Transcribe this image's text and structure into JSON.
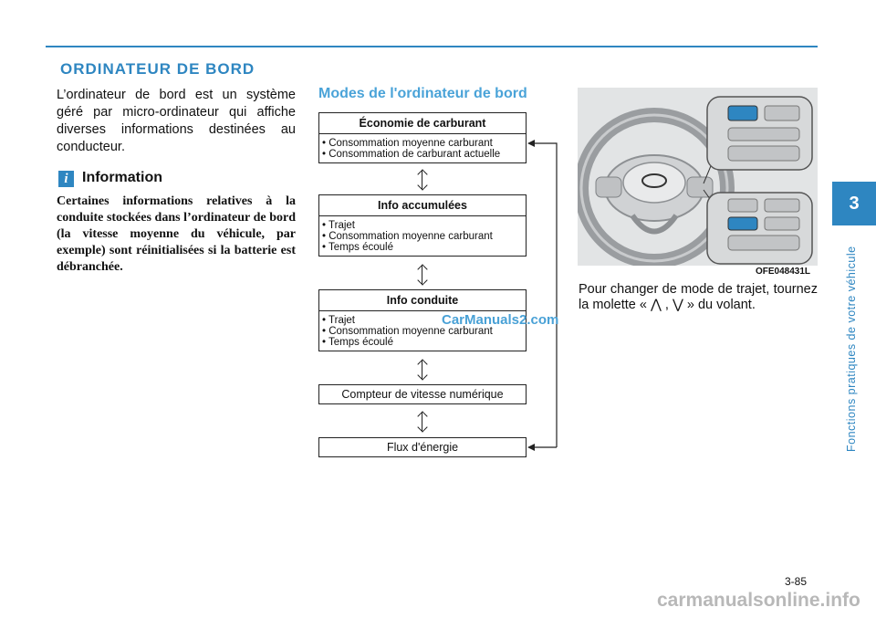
{
  "header": {
    "section_title": "ORDINATEUR DE BORD"
  },
  "intro_text": "L’ordinateur de bord est un système géré par micro-ordinateur qui affiche diverses informations destinées au conducteur.",
  "info": {
    "icon_label": "i",
    "heading": "Information",
    "text": "Certaines informations relatives à la conduite stockées dans l’ordinateur de bord (la vitesse moyenne du véhicule, par exemple) sont réinitialisées si la batterie est débranchée."
  },
  "modes": {
    "title": "Modes de l'ordinateur de bord",
    "boxes": [
      {
        "title": "Économie de carburant",
        "items": [
          "• Consommation moyenne carburant",
          "• Consommation de carburant actuelle"
        ]
      },
      {
        "title": "Info accumulées",
        "items": [
          "• Trajet",
          "• Consommation moyenne carburant",
          "• Temps écoulé"
        ]
      },
      {
        "title": "Info conduite",
        "items": [
          "• Trajet",
          "• Consommation moyenne carburant",
          "• Temps écoulé"
        ]
      },
      {
        "title": "Compteur de vitesse numérique"
      },
      {
        "title": "Flux d'énergie"
      }
    ]
  },
  "figure": {
    "code": "OFE048431L"
  },
  "instruction": "Pour changer de mode de trajet, tournez la molette « ⋀ , ⋁ » du volant.",
  "watermark": "CarManuals2.com",
  "side": {
    "tab_number": "3",
    "label": "Fonctions pratiques de votre véhicule"
  },
  "page_number": "3-85",
  "footer_watermark": "carmanualsonline.info",
  "colors": {
    "accent": "#2e86c1",
    "light_accent": "#4aa3d8"
  }
}
